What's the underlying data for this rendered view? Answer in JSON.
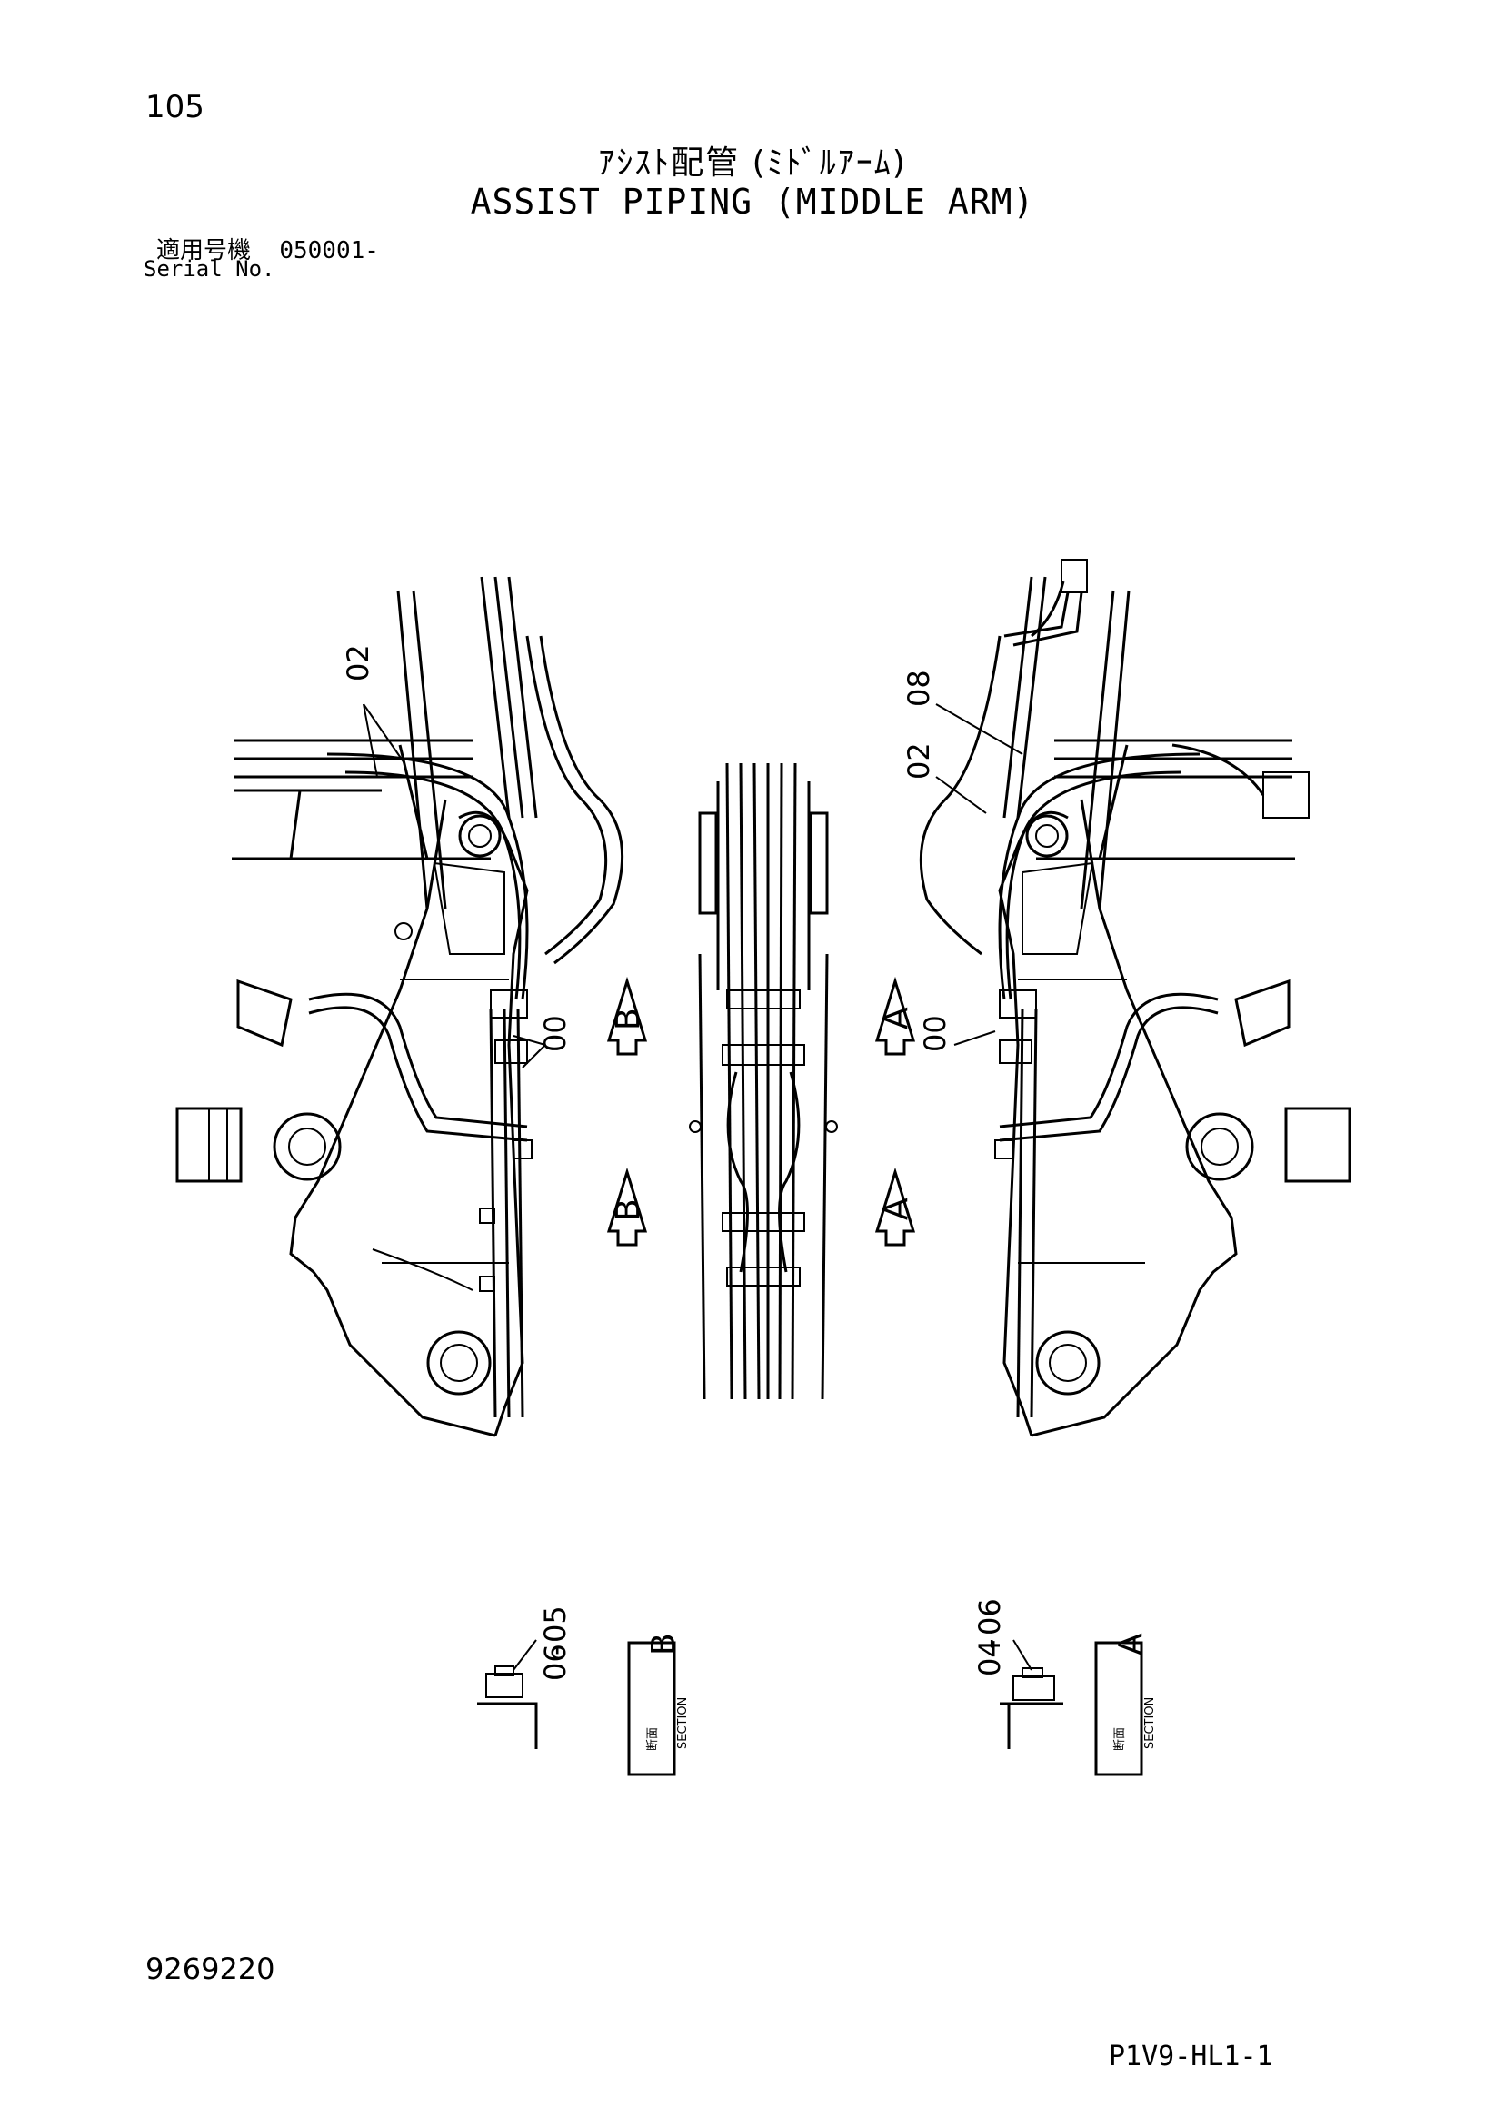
{
  "page_number": "105",
  "title_jp": "ｱｼｽﾄ配管 (ﾐﾄﾞﾙｱｰﾑ)",
  "title_en": "ASSIST PIPING (MIDDLE ARM)",
  "serial": {
    "label_jp": "適用号機",
    "value": "050001-",
    "label_en": "Serial No."
  },
  "callouts": {
    "left_02": "02",
    "left_00": "00",
    "right_08": "08",
    "right_02": "02",
    "right_00": "00",
    "section_b_05": "05",
    "section_b_06": "06",
    "section_a_06": "06",
    "section_a_04": "04"
  },
  "view_arrows": {
    "left_upper": "B",
    "left_lower": "B",
    "right_upper": "A",
    "right_lower": "A"
  },
  "section_labels": {
    "b_letter": "B",
    "a_letter": "A",
    "jp_kanji": "断面",
    "en": "SECTION"
  },
  "doc_number": "9269220",
  "drawing_code": "P1V9-HL1-1"
}
